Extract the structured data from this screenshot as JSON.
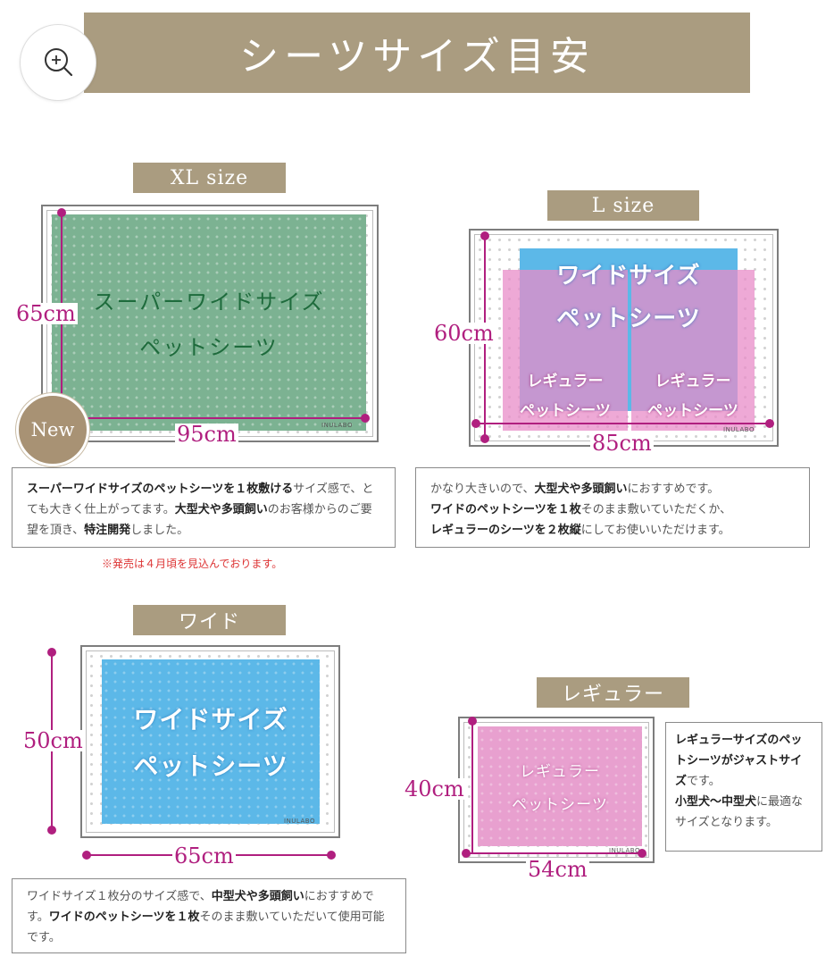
{
  "header": {
    "title": "シーツサイズ目安"
  },
  "sections": {
    "xl": {
      "label": "XL size",
      "sheet_line1": "スーパーワイドサイズ",
      "sheet_line2": "ペットシーツ",
      "height_dim": "65cm",
      "width_dim": "95cm",
      "badge": "New",
      "logo": "INULABO",
      "desc": {
        "p1_bold": "スーパーワイドサイズのペットシーツを１枚敷ける",
        "p2": "サイズ感で、とても大きく仕上がってます。",
        "p3_bold": "大型犬や多頭飼い",
        "p4": "のお客様からのご要望を頂き、",
        "p5_bold": "特注開発",
        "p6": "しました。"
      },
      "note": "※発売は４月頃を見込んでおります。",
      "colors": {
        "sheet": "#7cb292",
        "text": "#1e6b3c"
      }
    },
    "l": {
      "label": "L size",
      "wide_line1": "ワイドサイズ",
      "wide_line2": "ペットシーツ",
      "reg_left_line1": "レギュラー",
      "reg_left_line2": "ペットシーツ",
      "reg_right_line1": "レギュラー",
      "reg_right_line2": "ペットシーツ",
      "height_dim": "60cm",
      "width_dim": "85cm",
      "logo": "INULABO",
      "desc": {
        "p1": "かなり大きいので、",
        "p2_bold": "大型犬や多頭飼い",
        "p3": "におすすめです。",
        "p4_bold": "ワイドのペットシーツを１枚",
        "p5": "そのまま敷いていただくか、",
        "p6_bold": "レギュラーのシーツを２枚縦",
        "p7": "にしてお使いいただけます。"
      }
    },
    "wide": {
      "label": "ワイド",
      "sheet_line1": "ワイドサイズ",
      "sheet_line2": "ペットシーツ",
      "height_dim": "50cm",
      "width_dim": "65cm",
      "logo": "INULABO",
      "desc": {
        "p1": "ワイドサイズ１枚分のサイズ感で、",
        "p2_bold": "中型犬や多頭飼い",
        "p3": "におすすめです。",
        "p4_bold": "ワイドのペットシーツを１枚",
        "p5": "そのまま敷いていただいて使用可能です。"
      }
    },
    "regular": {
      "label": "レギュラー",
      "sheet_line1": "レギュラー",
      "sheet_line2": "ペットシーツ",
      "height_dim": "40cm",
      "width_dim": "54cm",
      "logo": "INULABO",
      "desc": {
        "p1_bold": "レギュラーサイズのペットシーツがジャストサイズ",
        "p2": "です。",
        "p3_bold": "小型犬〜中型犬",
        "p4": "に最適なサイズとなります。"
      }
    }
  },
  "colors": {
    "label_bg": "#aa9c80",
    "dimension": "#b01f7f",
    "wide_sheet": "#5cb8e8",
    "regular_sheet": "#e8a0cf"
  }
}
